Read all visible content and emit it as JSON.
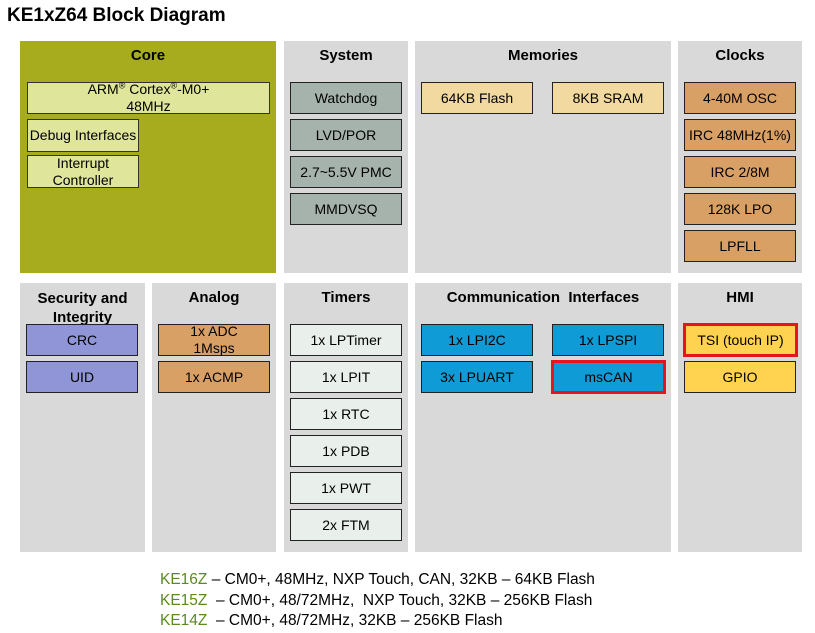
{
  "title": "KE1xZ64 Block Diagram",
  "panels": {
    "core": {
      "title": "Core",
      "arm_prefix": "ARM",
      "arm_reg": "®",
      "arm_mid": " Cortex",
      "arm_reg2": "®",
      "arm_suffix": "-M0+",
      "arm_freq": "48MHz",
      "debug": "Debug Interfaces",
      "interrupt": "Interrupt Controller"
    },
    "system": {
      "title": "System",
      "items": [
        "Watchdog",
        "LVD/POR",
        "2.7~5.5V PMC",
        "MMDVSQ"
      ]
    },
    "memories": {
      "title": "Memories",
      "items": [
        "64KB Flash",
        "8KB SRAM"
      ]
    },
    "clocks": {
      "title": "Clocks",
      "items": [
        "4-40M OSC",
        "IRC 48MHz(1%)",
        "IRC 2/8M",
        "128K LPO",
        "LPFLL"
      ]
    },
    "security": {
      "title": "Security and Integrity",
      "items": [
        "CRC",
        "UID"
      ]
    },
    "analog": {
      "title": "Analog",
      "items": [
        "1x ADC 1Msps",
        "1x ACMP"
      ]
    },
    "timers": {
      "title": "Timers",
      "items": [
        "1x LPTimer",
        "1x LPIT",
        "1x RTC",
        "1x PDB",
        "1x PWT",
        "2x FTM"
      ]
    },
    "comm": {
      "title": "Communication  Interfaces",
      "items": [
        "1x LPI2C",
        "1x LPSPI",
        "3x LPUART",
        "msCAN"
      ]
    },
    "hmi": {
      "title": "HMI",
      "items": [
        "TSI (touch IP)",
        "GPIO"
      ]
    }
  },
  "footer": [
    {
      "name": "KE16Z",
      "desc": " – CM0+, 48MHz, NXP Touch, CAN, 32KB – 64KB Flash"
    },
    {
      "name": "KE15Z",
      "desc": "  – CM0+, 48/72MHz,  NXP Touch, 32KB – 256KB Flash"
    },
    {
      "name": "KE14Z",
      "desc": "  – CM0+, 48/72MHz, 32KB – 256KB Flash"
    }
  ]
}
